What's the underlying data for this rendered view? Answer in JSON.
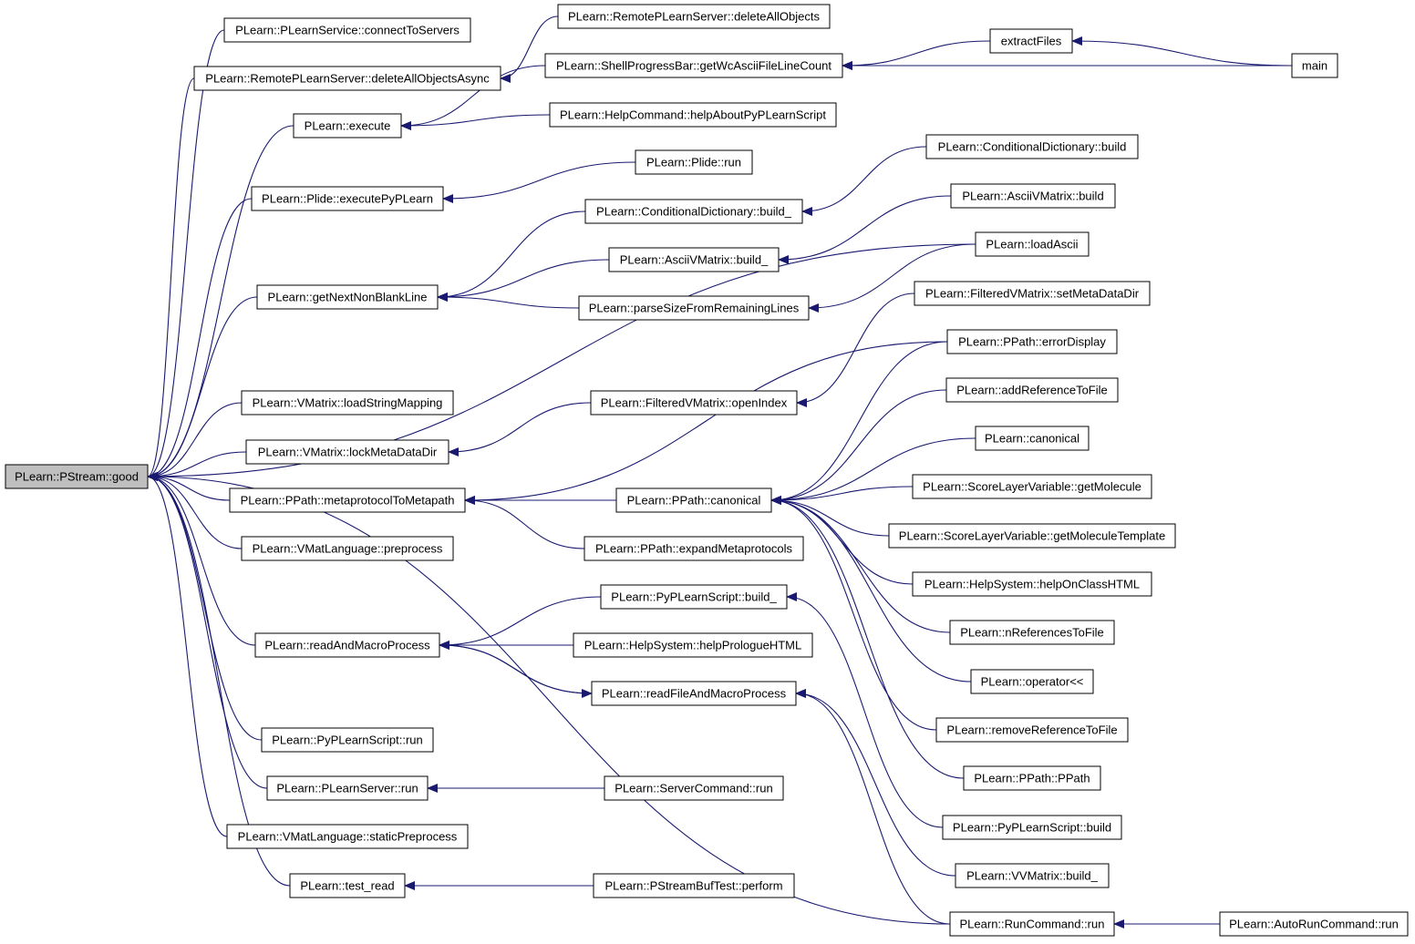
{
  "colors": {
    "edge": "#191970",
    "box_border_normal": "#000000",
    "box_border_truncated": "#ff0000",
    "root_fill": "#bfbfbf",
    "node_fill": "#ffffff",
    "text": "#000000"
  },
  "nodes": {
    "good": {
      "label": "PLearn::PStream::good",
      "style": "root"
    },
    "connectToServers": {
      "label": "PLearn::PLearnService::connectToServers",
      "style": "normal"
    },
    "deleteAllObjectsAsync": {
      "label": "PLearn::RemotePLearnServer::deleteAllObjectsAsync",
      "style": "normal"
    },
    "execute": {
      "label": "PLearn::execute",
      "style": "normal"
    },
    "executePyPLearn": {
      "label": "PLearn::Plide::executePyPLearn",
      "style": "normal"
    },
    "getNextNonBlankLine": {
      "label": "PLearn::getNextNonBlankLine",
      "style": "normal"
    },
    "loadStringMapping": {
      "label": "PLearn::VMatrix::loadStringMapping",
      "style": "normal"
    },
    "lockMetaDataDir": {
      "label": "PLearn::VMatrix::lockMetaDataDir",
      "style": "normal"
    },
    "metaprotocolToMetapath": {
      "label": "PLearn::PPath::metaprotocolToMetapath",
      "style": "normal"
    },
    "preprocess": {
      "label": "PLearn::VMatLanguage::preprocess",
      "style": "normal"
    },
    "readAndMacroProcess": {
      "label": "PLearn::readAndMacroProcess",
      "style": "normal"
    },
    "pyRun": {
      "label": "PLearn::PyPLearnScript::run",
      "style": "normal"
    },
    "serverRun": {
      "label": "PLearn::PLearnServer::run",
      "style": "normal"
    },
    "staticPreprocess": {
      "label": "PLearn::VMatLanguage::staticPreprocess",
      "style": "normal"
    },
    "testRead": {
      "label": "PLearn::test_read",
      "style": "normal"
    },
    "deleteAllObjects": {
      "label": "PLearn::RemotePLearnServer::deleteAllObjects",
      "style": "normal"
    },
    "getWcAscii": {
      "label": "PLearn::ShellProgressBar::getWcAsciiFileLineCount",
      "style": "normal"
    },
    "helpAboutPy": {
      "label": "PLearn::HelpCommand::helpAboutPyPLearnScript",
      "style": "normal"
    },
    "plideRun": {
      "label": "PLearn::Plide::run",
      "style": "normal"
    },
    "condBuild_": {
      "label": "PLearn::ConditionalDictionary::build_",
      "style": "normal"
    },
    "asciiBuild_": {
      "label": "PLearn::AsciiVMatrix::build_",
      "style": "normal"
    },
    "parseSize": {
      "label": "PLearn::parseSizeFromRemainingLines",
      "style": "normal"
    },
    "openIndex": {
      "label": "PLearn::FilteredVMatrix::openIndex",
      "style": "normal"
    },
    "canonicalM": {
      "label": "PLearn::PPath::canonical",
      "style": "normal"
    },
    "expandMeta": {
      "label": "PLearn::PPath::expandMetaprotocols",
      "style": "normal"
    },
    "pyBuild_": {
      "label": "PLearn::PyPLearnScript::build_",
      "style": "normal"
    },
    "helpPrologue": {
      "label": "PLearn::HelpSystem::helpPrologueHTML",
      "style": "normal"
    },
    "readFileMacro": {
      "label": "PLearn::readFileAndMacroProcess",
      "style": "truncated"
    },
    "serverCmdRun": {
      "label": "PLearn::ServerCommand::run",
      "style": "normal"
    },
    "perform": {
      "label": "PLearn::PStreamBufTest::perform",
      "style": "normal"
    },
    "extractFiles": {
      "label": "extractFiles",
      "style": "normal"
    },
    "main": {
      "label": "main",
      "style": "normal"
    },
    "condBuild": {
      "label": "PLearn::ConditionalDictionary::build",
      "style": "normal"
    },
    "asciiBuild": {
      "label": "PLearn::AsciiVMatrix::build",
      "style": "truncated"
    },
    "loadAscii": {
      "label": "PLearn::loadAscii",
      "style": "normal"
    },
    "setMetaDataDir": {
      "label": "PLearn::FilteredVMatrix::setMetaDataDir",
      "style": "truncated"
    },
    "errorDisplay": {
      "label": "PLearn::PPath::errorDisplay",
      "style": "truncated"
    },
    "addRef": {
      "label": "PLearn::addReferenceToFile",
      "style": "truncated"
    },
    "canonicalF": {
      "label": "PLearn::canonical",
      "style": "truncated"
    },
    "getMolecule": {
      "label": "PLearn::ScoreLayerVariable::getMolecule",
      "style": "truncated"
    },
    "getMoleculeT": {
      "label": "PLearn::ScoreLayerVariable::getMoleculeTemplate",
      "style": "truncated"
    },
    "helpOnClass": {
      "label": "PLearn::HelpSystem::helpOnClassHTML",
      "style": "truncated"
    },
    "nRefs": {
      "label": "PLearn::nReferencesToFile",
      "style": "truncated"
    },
    "operatorLL": {
      "label": "PLearn::operator<<",
      "style": "normal"
    },
    "removeRef": {
      "label": "PLearn::removeReferenceToFile",
      "style": "truncated"
    },
    "ppathCtor": {
      "label": "PLearn::PPath::PPath",
      "style": "truncated"
    },
    "pyBuild": {
      "label": "PLearn::PyPLearnScript::build",
      "style": "normal"
    },
    "vvBuild_": {
      "label": "PLearn::VVMatrix::build_",
      "style": "normal"
    },
    "runCmdRun": {
      "label": "PLearn::RunCommand::run",
      "style": "normal"
    },
    "autoRun": {
      "label": "PLearn::AutoRunCommand::run",
      "style": "normal"
    }
  },
  "edges": [
    {
      "from": "connectToServers",
      "to": "good"
    },
    {
      "from": "deleteAllObjectsAsync",
      "to": "good"
    },
    {
      "from": "execute",
      "to": "good"
    },
    {
      "from": "executePyPLearn",
      "to": "good"
    },
    {
      "from": "getNextNonBlankLine",
      "to": "good"
    },
    {
      "from": "loadAscii",
      "to": "good"
    },
    {
      "from": "loadStringMapping",
      "to": "good"
    },
    {
      "from": "lockMetaDataDir",
      "to": "good"
    },
    {
      "from": "metaprotocolToMetapath",
      "to": "good"
    },
    {
      "from": "preprocess",
      "to": "good"
    },
    {
      "from": "readAndMacroProcess",
      "to": "good"
    },
    {
      "from": "runCmdRun",
      "to": "good"
    },
    {
      "from": "pyRun",
      "to": "good"
    },
    {
      "from": "serverRun",
      "to": "good"
    },
    {
      "from": "staticPreprocess",
      "to": "good"
    },
    {
      "from": "testRead",
      "to": "good"
    },
    {
      "from": "deleteAllObjects",
      "to": "deleteAllObjectsAsync"
    },
    {
      "from": "getWcAscii",
      "to": "execute"
    },
    {
      "from": "helpAboutPy",
      "to": "execute"
    },
    {
      "from": "extractFiles",
      "to": "getWcAscii"
    },
    {
      "from": "main",
      "to": "getWcAscii"
    },
    {
      "from": "main",
      "to": "extractFiles"
    },
    {
      "from": "plideRun",
      "to": "executePyPLearn"
    },
    {
      "from": "condBuild_",
      "to": "getNextNonBlankLine"
    },
    {
      "from": "asciiBuild_",
      "to": "getNextNonBlankLine"
    },
    {
      "from": "parseSize",
      "to": "getNextNonBlankLine"
    },
    {
      "from": "condBuild",
      "to": "condBuild_"
    },
    {
      "from": "asciiBuild",
      "to": "asciiBuild_"
    },
    {
      "from": "loadAscii",
      "to": "parseSize"
    },
    {
      "from": "openIndex",
      "to": "lockMetaDataDir"
    },
    {
      "from": "setMetaDataDir",
      "to": "openIndex"
    },
    {
      "from": "errorDisplay",
      "to": "metaprotocolToMetapath"
    },
    {
      "from": "canonicalM",
      "to": "metaprotocolToMetapath"
    },
    {
      "from": "expandMeta",
      "to": "metaprotocolToMetapath"
    },
    {
      "from": "errorDisplay",
      "to": "canonicalM"
    },
    {
      "from": "addRef",
      "to": "canonicalM"
    },
    {
      "from": "canonicalF",
      "to": "canonicalM"
    },
    {
      "from": "getMolecule",
      "to": "canonicalM"
    },
    {
      "from": "getMoleculeT",
      "to": "canonicalM"
    },
    {
      "from": "helpOnClass",
      "to": "canonicalM"
    },
    {
      "from": "nRefs",
      "to": "canonicalM"
    },
    {
      "from": "operatorLL",
      "to": "canonicalM"
    },
    {
      "from": "removeRef",
      "to": "canonicalM"
    },
    {
      "from": "ppathCtor",
      "to": "canonicalM"
    },
    {
      "from": "pyBuild",
      "to": "pyBuild_"
    },
    {
      "from": "pyBuild_",
      "to": "readAndMacroProcess"
    },
    {
      "from": "helpPrologue",
      "to": "readAndMacroProcess"
    },
    {
      "from": "readFileMacro",
      "to": "readAndMacroProcess"
    },
    {
      "from": "readAndMacroProcess",
      "to": "readFileMacro"
    },
    {
      "from": "runCmdRun",
      "to": "readFileMacro"
    },
    {
      "from": "vvBuild_",
      "to": "readFileMacro"
    },
    {
      "from": "serverCmdRun",
      "to": "serverRun"
    },
    {
      "from": "perform",
      "to": "testRead"
    },
    {
      "from": "autoRun",
      "to": "runCmdRun"
    }
  ]
}
